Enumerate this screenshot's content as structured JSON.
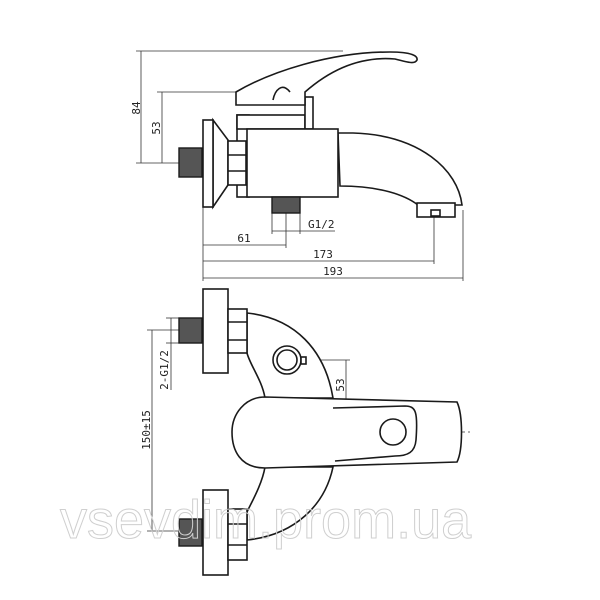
{
  "side_view": {
    "dim_height_total": "84",
    "dim_height_axis": "53",
    "dim_outlet_thread": "G1/2",
    "dim_outlet_offset": "61",
    "dim_spout_reach": "173",
    "dim_total_length": "193"
  },
  "front_view": {
    "dim_inlet_thread": "2-G1/2",
    "dim_inlet_spacing": "150±15",
    "dim_lever_offset": "53"
  },
  "watermark": "vsevdim.prom.ua"
}
